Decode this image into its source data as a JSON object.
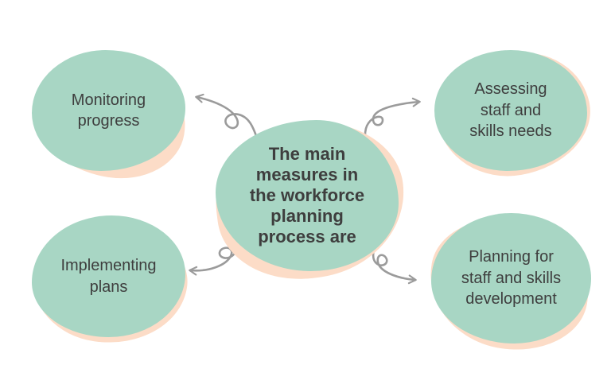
{
  "colors": {
    "blob_green": "#a8d6c4",
    "blob_peach": "#fcdcc7",
    "arrow": "#9b9b9b",
    "text": "#3e3e3e",
    "background": "#ffffff"
  },
  "center": {
    "id": "central-topic",
    "lines": [
      "The main",
      "measures in",
      "the workforce",
      "planning",
      "process are"
    ],
    "text": "The main measures in the workforce planning process are"
  },
  "nodes": [
    {
      "id": "monitoring-progress",
      "lines": [
        "Monitoring",
        "progress"
      ],
      "text": "Monitoring progress"
    },
    {
      "id": "assessing-staff-and-skills-needs",
      "lines": [
        "Assessing",
        "staff and",
        "skills needs"
      ],
      "text": "Assessing staff and skills needs"
    },
    {
      "id": "implementing-plans",
      "lines": [
        "Implementing",
        "plans"
      ],
      "text": "Implementing plans"
    },
    {
      "id": "planning-for-staff-and-skills-development",
      "lines": [
        "Planning for",
        "staff and skills",
        "development"
      ],
      "text": "Planning for staff and skills development"
    }
  ],
  "connectors": [
    {
      "from": "central-topic",
      "to": "monitoring-progress"
    },
    {
      "from": "central-topic",
      "to": "assessing-staff-and-skills-needs"
    },
    {
      "from": "central-topic",
      "to": "implementing-plans"
    },
    {
      "from": "central-topic",
      "to": "planning-for-staff-and-skills-development"
    }
  ]
}
